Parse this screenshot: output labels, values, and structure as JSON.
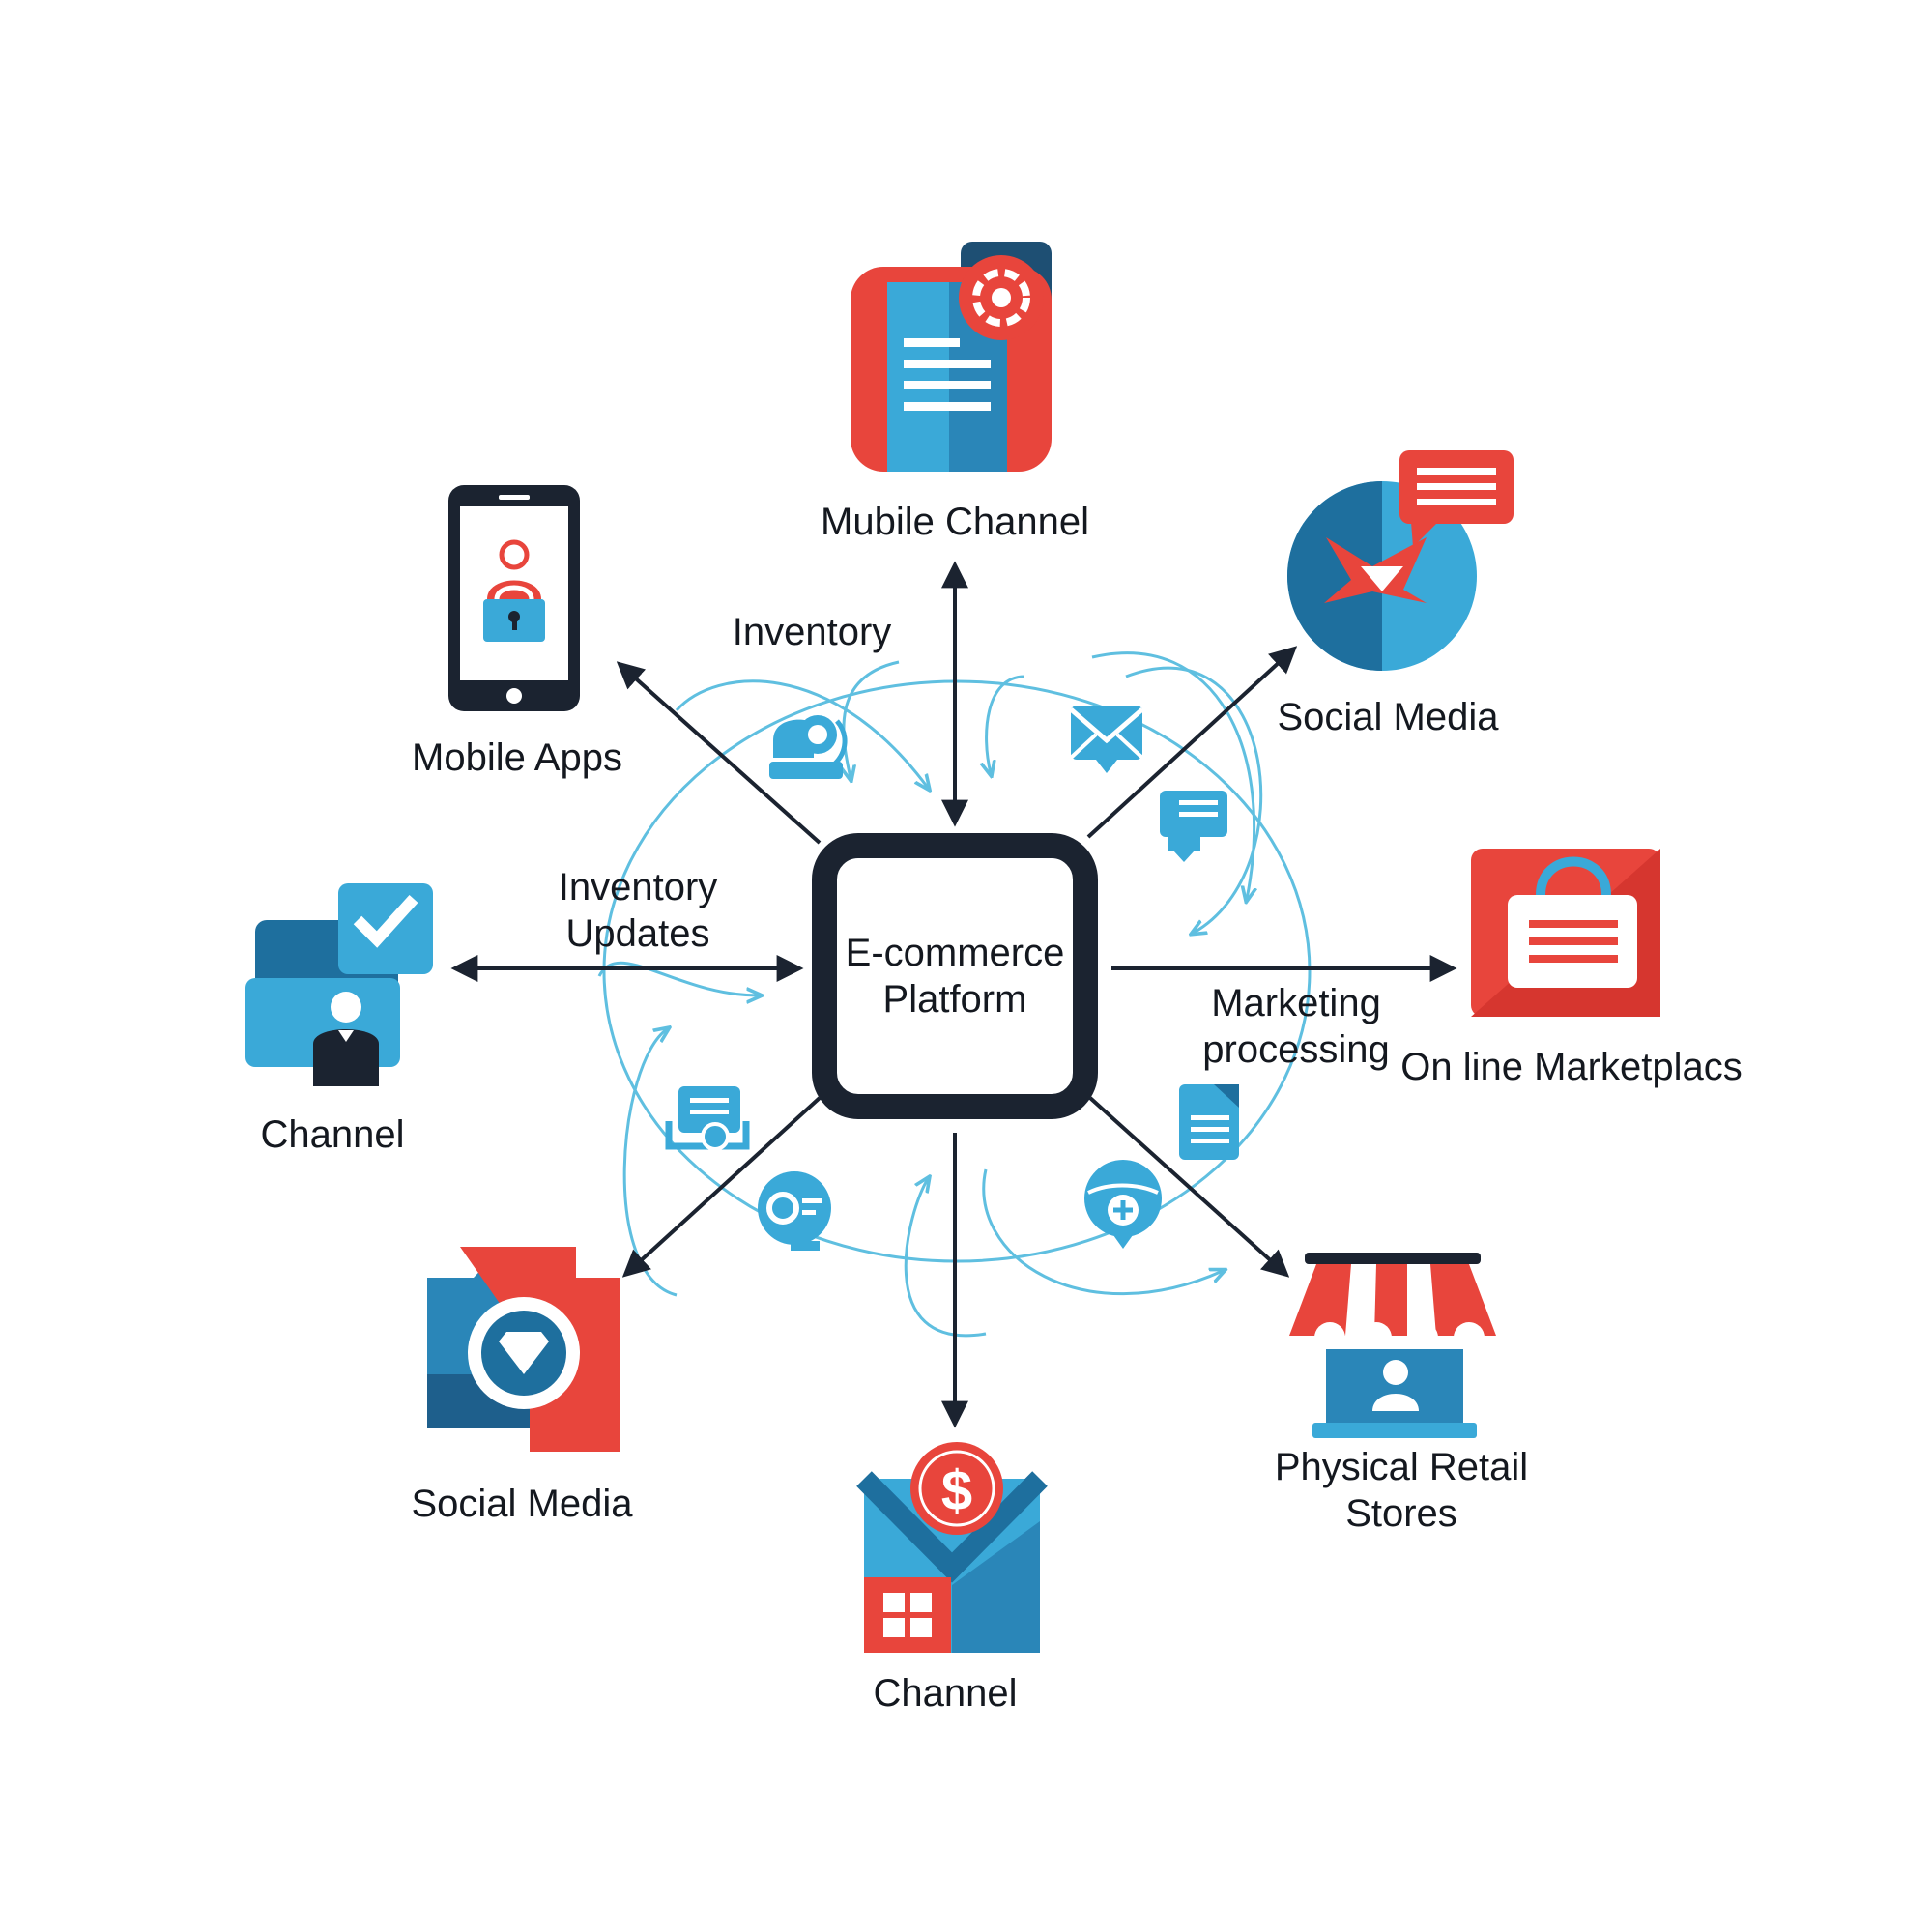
{
  "colors": {
    "dark": "#1b2330",
    "red": "#e8453c",
    "blue": "#3aa9d8",
    "navy": "#1e6f9e",
    "flow": "#5fbfe0"
  },
  "center": {
    "line1": "E-commerce",
    "line2": "Platform"
  },
  "nodes": {
    "top": {
      "label": "Mubile Channel",
      "icon": "document-target-icon"
    },
    "mobile_apps": {
      "label": "Mobile Apps",
      "icon": "smartphone-lock-icon"
    },
    "social_top": {
      "label": "Social Media",
      "icon": "globe-chat-icon"
    },
    "channel_left": {
      "label": "Channel",
      "icon": "user-check-icon"
    },
    "marketplace": {
      "label": "On line Marketplacs",
      "icon": "shopping-bag-icon"
    },
    "social_bottom": {
      "label": "Social Media",
      "icon": "diamond-badge-icon"
    },
    "channel_bottom": {
      "label": "Channel",
      "icon": "money-mail-icon"
    },
    "retail": {
      "line1": "Physical Retail",
      "line2": "Stores",
      "icon": "storefront-icon"
    }
  },
  "flow_labels": {
    "inventory": "Inventory",
    "inventory_updates_1": "Inventory",
    "inventory_updates_2": "Updates",
    "marketing_1": "Marketing",
    "marketing_2": "processing"
  },
  "flow_icons": [
    "headset-icon",
    "envelope-icon",
    "chat-icon",
    "receipt-icon",
    "gear-chat-icon",
    "document-icon",
    "globe-plus-icon"
  ]
}
